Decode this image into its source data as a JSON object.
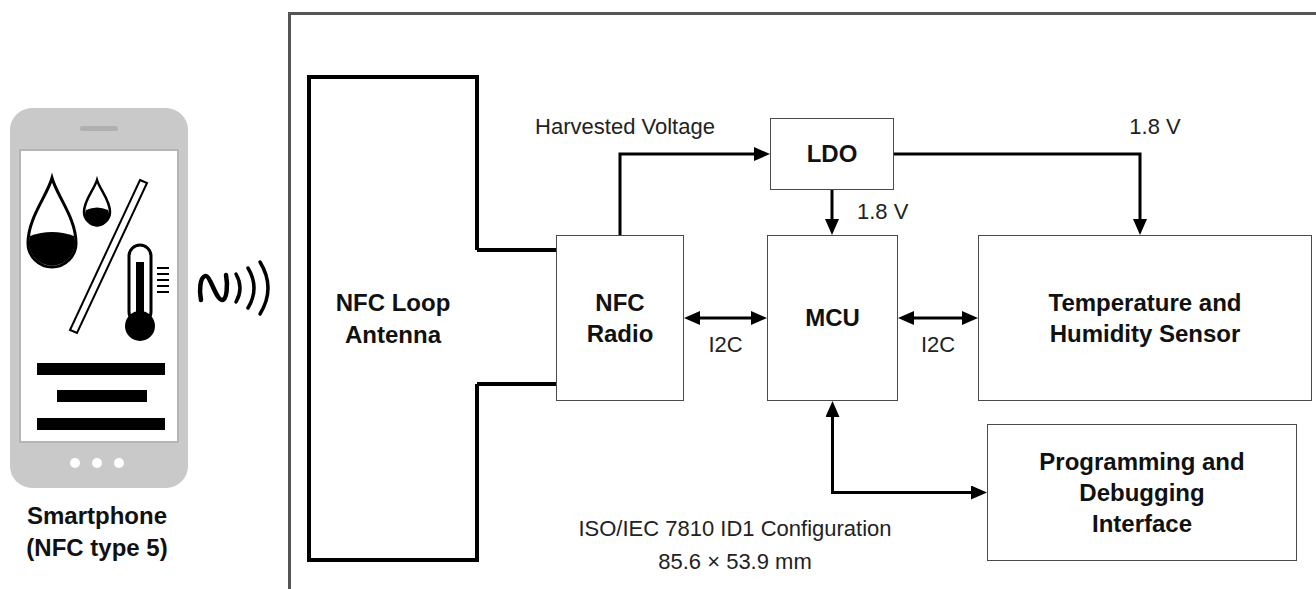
{
  "diagram": {
    "nodes": [
      {
        "text": [
          "ISO/IEC 7810 ID1 Configuration 85.6 × 53.9 mm"
        ]
      },
      {
        "text": [
          "NFC Loop Antenna"
        ],
        "in": 0
      },
      {
        "text": [
          "NFC Radio"
        ],
        "in": 0
      },
      {
        "text": [
          "LDO"
        ],
        "in": 0
      },
      {
        "text": [
          "MCU"
        ],
        "in": 0
      },
      {
        "text": [
          "Temperature and Humidity Sensor"
        ],
        "in": 0
      },
      {
        "text": [
          "Programming and Debugging Interface"
        ],
        "in": 0
      }
    ],
    "edges": [
      {
        "from": 1,
        "to": 2,
        "arrow": "none"
      },
      {
        "from": 1,
        "to": 2,
        "arrow": "none"
      },
      {
        "from": 2,
        "to": 3,
        "label": "Harvested Voltage",
        "arrow": "to"
      },
      {
        "from": 3,
        "to": 4,
        "label": "1.8 V",
        "arrow": "to"
      },
      {
        "from": 3,
        "to": 5,
        "label": "1.8 V",
        "arrow": "to"
      },
      {
        "from": 2,
        "to": 4,
        "label": "I2C",
        "arrow": "both"
      },
      {
        "from": 4,
        "to": 5,
        "label": "I2C",
        "arrow": "both"
      },
      {
        "from": 4,
        "to": 6,
        "arrow": "both"
      }
    ],
    "labels": [
      "Smartphone (NFC type 5)"
    ]
  }
}
